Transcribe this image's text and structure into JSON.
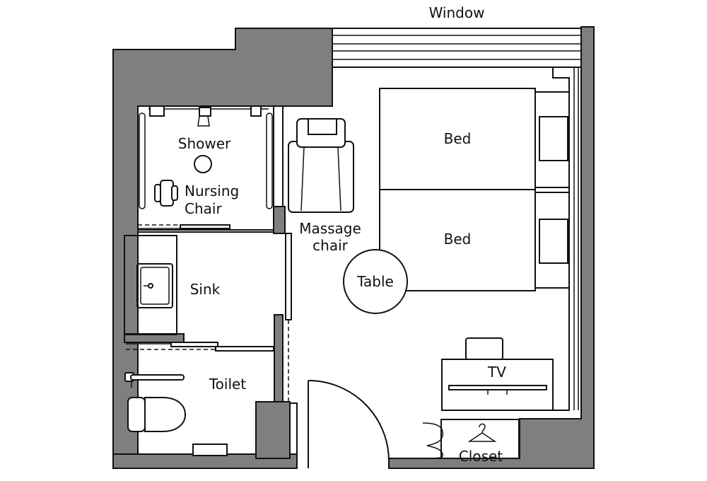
{
  "labels": {
    "window": "Window",
    "shower": "Shower",
    "nursing_chair_1": "Nursing",
    "nursing_chair_2": "Chair",
    "massage_chair_1": "Massage",
    "massage_chair_2": "chair",
    "bed_1": "Bed",
    "bed_2": "Bed",
    "sink": "Sink",
    "table": "Table",
    "toilet": "Toilet",
    "tv": "TV",
    "closet": "Closet"
  },
  "colors": {
    "wall": "#7f7f7f",
    "line": "#111111",
    "background": "#ffffff"
  }
}
